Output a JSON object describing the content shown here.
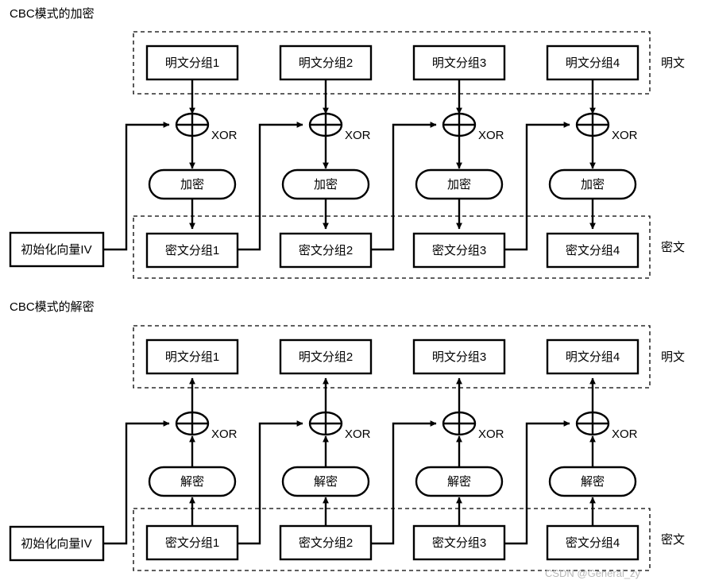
{
  "page": {
    "watermark": "CSDN @General_zy"
  },
  "sections": [
    {
      "id": "encryption",
      "title": "CBC模式的加密",
      "plain_label": "明文",
      "cipher_label": "密文",
      "iv_label": "初始化向量IV",
      "op_label": "加密",
      "xor_label": "XOR",
      "plain_blocks": [
        "明文分组1",
        "明文分组2",
        "明文分组3",
        "明文分组4"
      ],
      "cipher_blocks": [
        "密文分组1",
        "密文分组2",
        "密文分组3",
        "密文分组4"
      ]
    },
    {
      "id": "decryption",
      "title": "CBC模式的解密",
      "plain_label": "明文",
      "cipher_label": "密文",
      "iv_label": "初始化向量IV",
      "op_label": "解密",
      "xor_label": "XOR",
      "plain_blocks": [
        "明文分组1",
        "明文分组2",
        "明文分组3",
        "明文分组4"
      ],
      "cipher_blocks": [
        "密文分组1",
        "密文分组2",
        "密文分组3",
        "密文分组4"
      ]
    }
  ],
  "colors": {
    "stroke": "#000000",
    "background": "#ffffff",
    "watermark": "#b9b9b9"
  }
}
